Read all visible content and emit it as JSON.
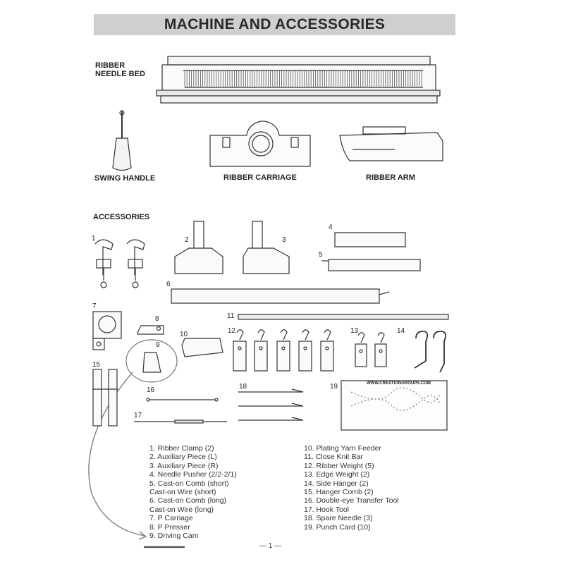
{
  "title": "MACHINE AND ACCESSORIES",
  "labels": {
    "ribber_needle_bed": "RIBBER\nNEEDLE BED",
    "swing_handle": "SWING HANDLE",
    "ribber_carriage": "RIBBER CARRIAGE",
    "ribber_arm": "RIBBER ARM",
    "accessories": "ACCESSORIES"
  },
  "numbers": [
    "1",
    "2",
    "3",
    "4",
    "5",
    "6",
    "7",
    "8",
    "9",
    "10",
    "11",
    "12",
    "13",
    "14",
    "15",
    "16",
    "17",
    "18",
    "19"
  ],
  "punch_card_url": "WWW.CREATIONGROUPS.COM",
  "legend_left": [
    "1.  Ribber Clamp (2)",
    "2.  Auxiliary Piece (L)",
    "3.  Auxiliary Piece (R)",
    "4.  Needle Pusher (2/2-2/1)",
    "5.  Cast-on Comb (short)",
    "     Cast-on Wire (short)",
    "6.  Cast-on Comb (long)",
    "     Cast-on Wire (long)",
    "7.  P Carriage",
    "8.  P Presser",
    "9.  Driving Cam"
  ],
  "legend_right": [
    "10. Plating Yarn Feeder",
    "11. Close Knit Bar",
    "12. Ribber Weight (5)",
    "13. Edge Weight (2)",
    "14. Side Hanger (2)",
    "15. Hanger Comb (2)",
    "16. Double-eye Transfer Tool",
    "17. Hook Tool",
    "18. Spare Needle (3)",
    "19. Punch Card (10)"
  ],
  "page_number": "— 1 —"
}
